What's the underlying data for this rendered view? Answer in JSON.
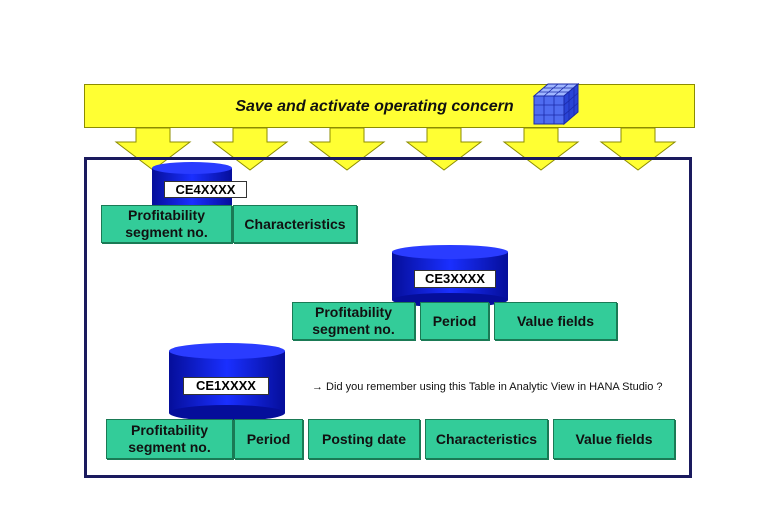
{
  "banner": {
    "title": "Save and activate operating concern"
  },
  "tables": {
    "ce4": {
      "name": "CE4XXXX",
      "fields": [
        "Profitability segment no.",
        "Characteristics"
      ]
    },
    "ce3": {
      "name": "CE3XXXX",
      "fields": [
        "Profitability segment no.",
        "Period",
        "Value fields"
      ]
    },
    "ce1": {
      "name": "CE1XXXX",
      "fields": [
        "Profitability segment no.",
        "Period",
        "Posting date",
        "Characteristics",
        "Value fields"
      ]
    }
  },
  "note": "→ Did  you remember using this Table in Analytic View in HANA Studio ?",
  "colors": {
    "banner": "#ffff33",
    "cylinder": "#0a14c8",
    "field_box": "#33cc99",
    "frame": "#1a1a5e"
  },
  "icons": [
    "arrow-down-icon",
    "data-cube-icon",
    "database-cylinder-icon"
  ]
}
